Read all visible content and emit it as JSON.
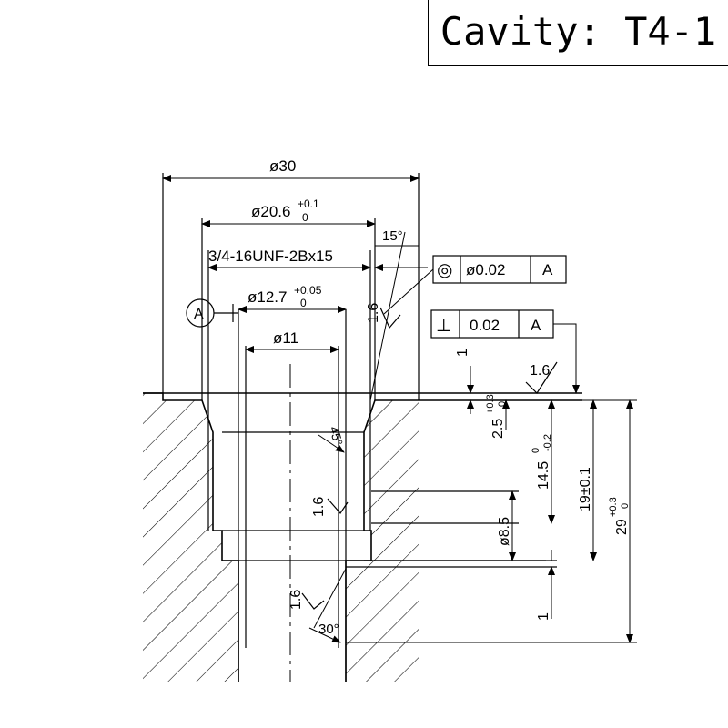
{
  "title": "Cavity: T4-1",
  "dimensions": {
    "d30": "ø30",
    "d20_6": "ø20.6",
    "d20_6_tol_upper": "+0.1",
    "d20_6_tol_lower": "0",
    "thread": "3/4-16UNF-2Bx15",
    "angle15": "15°",
    "d12_7": "ø12.7",
    "d12_7_tol_upper": "+0.05",
    "d12_7_tol_lower": "0",
    "d11": "ø11",
    "d8_5": "ø8.5",
    "dim1_top": "1",
    "dim2_5": "2.5",
    "dim2_5_tol_upper": "+0.3",
    "dim2_5_tol_lower": "0",
    "dim14_5": "14.5",
    "dim14_5_tol_upper": "0",
    "dim14_5_tol_lower": "-0.2",
    "dim19": "19±0.1",
    "dim29": "29",
    "dim29_tol_upper": "+0.3",
    "dim29_tol_lower": "0",
    "dim1_bottom": "1",
    "angle45": "45°",
    "angle30": "30°"
  },
  "surface_finish": {
    "top": "1.6",
    "thread_side": "1.6",
    "bore": "1.6",
    "lower_bore": "1.6"
  },
  "datum": {
    "label": "A"
  },
  "tolerance_frames": {
    "concentricity": {
      "symbol": "◎",
      "value": "ø0.02",
      "datum": "A"
    },
    "perpendicularity": {
      "symbol": "⊥",
      "value": "0.02",
      "datum": "A"
    }
  }
}
